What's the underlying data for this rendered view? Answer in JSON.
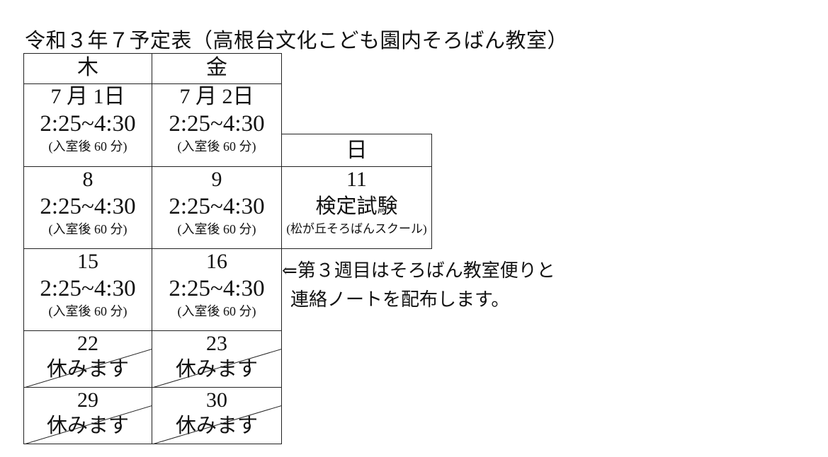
{
  "title": "令和３年７予定表（高根台文化こども園内そろばん教室）",
  "headers": {
    "thu": "木",
    "fri": "金",
    "sun": "日"
  },
  "rows": [
    {
      "thu": {
        "date": "7 月 1日",
        "time": "2:25~4:30",
        "note": "(入室後 60 分)"
      },
      "fri": {
        "date": "7 月 2日",
        "time": "2:25~4:30",
        "note": "(入室後 60 分)"
      }
    },
    {
      "thu": {
        "date": "8",
        "time": "2:25~4:30",
        "note": "(入室後 60 分)"
      },
      "fri": {
        "date": "9",
        "time": "2:25~4:30",
        "note": "(入室後 60 分)"
      },
      "sun": {
        "date": "11",
        "event": "検定試験",
        "note": "(松が丘そろばんスクール)"
      }
    },
    {
      "thu": {
        "date": "15",
        "time": "2:25~4:30",
        "note": "(入室後 60 分)"
      },
      "fri": {
        "date": "16",
        "time": "2:25~4:30",
        "note": "(入室後 60 分)"
      }
    },
    {
      "thu": {
        "date": "22",
        "status": "休みます"
      },
      "fri": {
        "date": "23",
        "status": "休みます"
      }
    },
    {
      "thu": {
        "date": "29",
        "status": "休みます"
      },
      "fri": {
        "date": "30",
        "status": "休みます"
      }
    }
  ],
  "notice": {
    "line1": "⇐第３週目はそろばん教室便りと",
    "line2": "連絡ノートを配布します。"
  }
}
